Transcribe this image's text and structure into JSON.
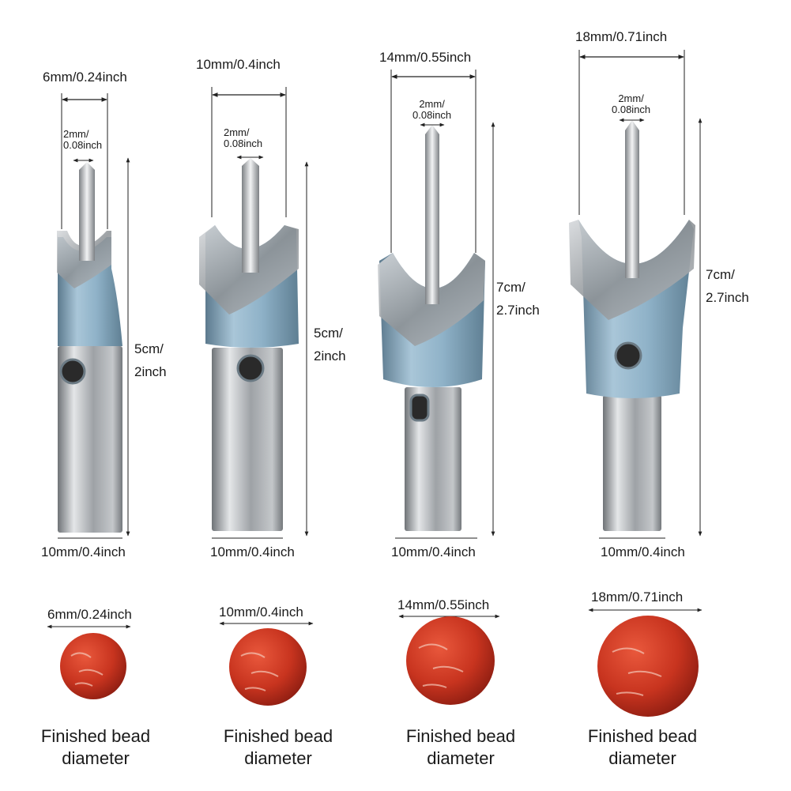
{
  "bits": [
    {
      "cutter_width": "6mm/0.24inch",
      "pilot_drill_line1": "2mm/",
      "pilot_drill_line2": "0.08inch",
      "length_line1": "5cm/",
      "length_line2": "2inch",
      "shank_diameter": "10mm/0.4inch",
      "bead_diameter": "6mm/0.24inch",
      "caption_line1": "Finished bead",
      "caption_line2": "diameter"
    },
    {
      "cutter_width": "10mm/0.4inch",
      "pilot_drill_line1": "2mm/",
      "pilot_drill_line2": "0.08inch",
      "length_line1": "5cm/",
      "length_line2": "2inch",
      "shank_diameter": "10mm/0.4inch",
      "bead_diameter": "10mm/0.4inch",
      "caption_line1": "Finished bead",
      "caption_line2": "diameter"
    },
    {
      "cutter_width": "14mm/0.55inch",
      "pilot_drill_line1": "2mm/",
      "pilot_drill_line2": "0.08inch",
      "length_line1": "7cm/",
      "length_line2": "2.7inch",
      "shank_diameter": "10mm/0.4inch",
      "bead_diameter": "14mm/0.55inch",
      "caption_line1": "Finished bead",
      "caption_line2": "diameter"
    },
    {
      "cutter_width": "18mm/0.71inch",
      "pilot_drill_line1": "2mm/",
      "pilot_drill_line2": "0.08inch",
      "length_line1": "7cm/",
      "length_line2": "2.7inch",
      "shank_diameter": "10mm/0.4inch",
      "bead_diameter": "18mm/0.71inch",
      "caption_line1": "Finished bead",
      "caption_line2": "diameter"
    }
  ],
  "colors": {
    "bead_red": "#c8341f",
    "cutter_blue": "#8fb2c8",
    "steel": "#9ea2a6",
    "dimension_line": "#222222"
  }
}
